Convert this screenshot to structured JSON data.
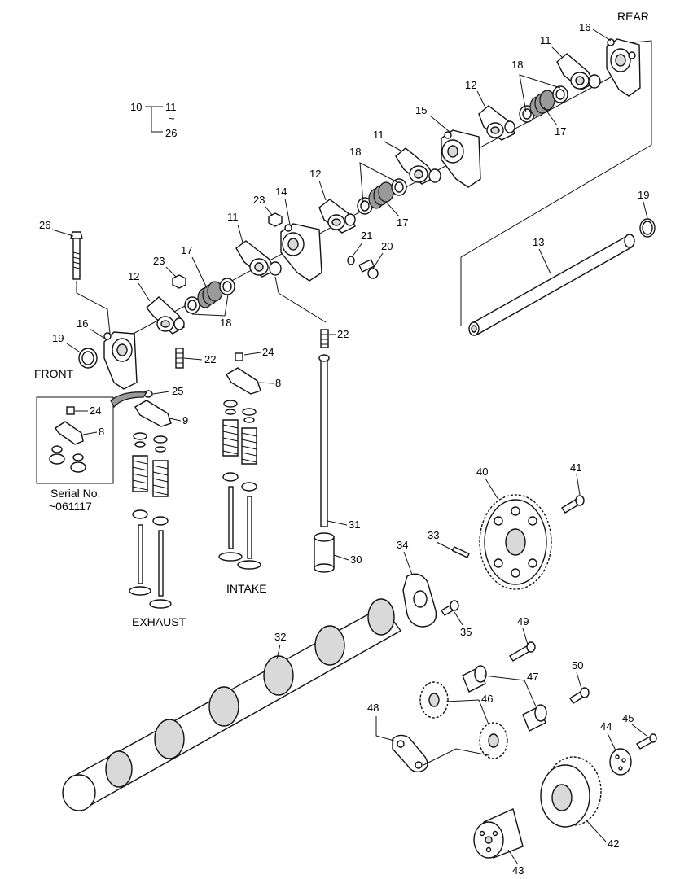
{
  "labels": {
    "rear": "REAR",
    "front": "FRONT",
    "intake": "INTAKE",
    "exhaust": "EXHAUST",
    "serial_line1": "Serial No.",
    "serial_line2": "~061117",
    "group_parent": "10",
    "group_from": "11",
    "group_tilde": "~",
    "group_to": "26"
  },
  "callouts": {
    "c8a": "8",
    "c8b": "8",
    "c9": "9",
    "c11a": "11",
    "c11b": "11",
    "c11c": "11",
    "c12a": "12",
    "c12b": "12",
    "c12c": "12",
    "c13": "13",
    "c14": "14",
    "c15": "15",
    "c16a": "16",
    "c16b": "16",
    "c17a": "17",
    "c17b": "17",
    "c17c": "17",
    "c18a": "18",
    "c18b": "18",
    "c18c": "18",
    "c19a": "19",
    "c19b": "19",
    "c20": "20",
    "c21": "21",
    "c22a": "22",
    "c22b": "22",
    "c23a": "23",
    "c23b": "23",
    "c24a": "24",
    "c24b": "24",
    "c25": "25",
    "c26": "26",
    "c30": "30",
    "c31": "31",
    "c32": "32",
    "c33": "33",
    "c34": "34",
    "c35": "35",
    "c40": "40",
    "c41": "41",
    "c42": "42",
    "c43": "43",
    "c44": "44",
    "c45": "45",
    "c46": "46",
    "c47": "47",
    "c48": "48",
    "c49": "49",
    "c50": "50"
  }
}
